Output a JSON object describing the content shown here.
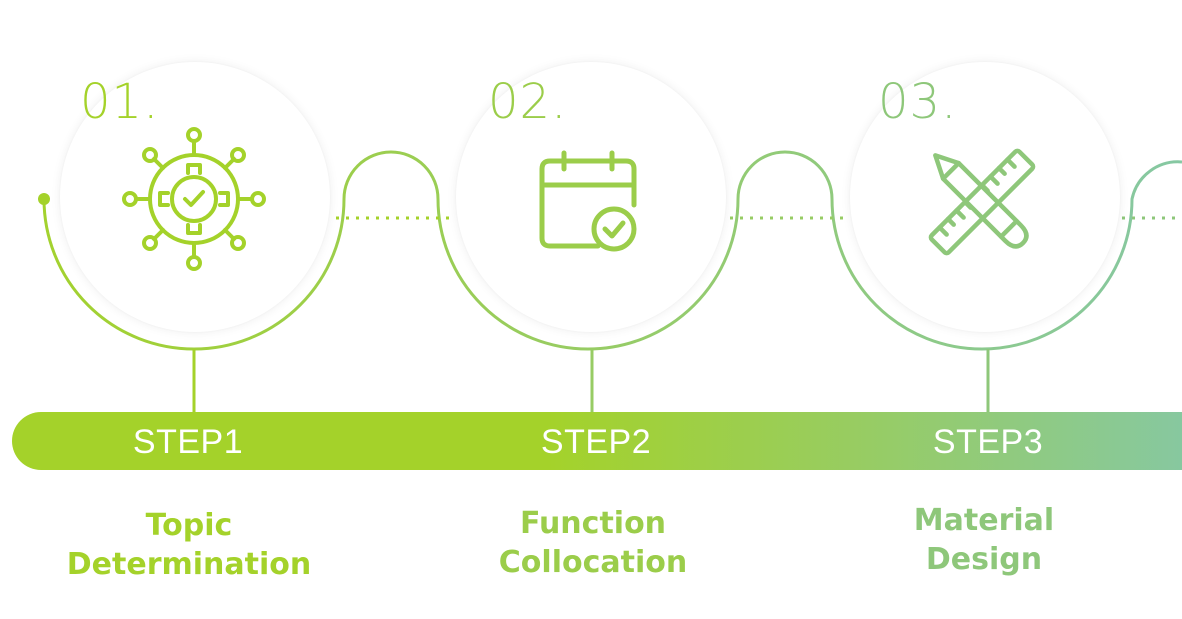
{
  "colors": {
    "step1": "#a4d22a",
    "step2": "#97cc64",
    "step3": "#86c8a3",
    "title1": "#a4d22a",
    "title2": "#9bcd4a",
    "title3": "#8ec77a"
  },
  "steps": [
    {
      "number": "01.",
      "bar_label": "STEP1",
      "title_line1": "Topic",
      "title_line2": "Determination",
      "icon": "gear-network-icon"
    },
    {
      "number": "02.",
      "bar_label": "STEP2",
      "title_line1": "Function",
      "title_line2": "Collocation",
      "icon": "calendar-check-icon"
    },
    {
      "number": "03.",
      "bar_label": "STEP3",
      "title_line1": "Material",
      "title_line2": "Design",
      "icon": "pencil-ruler-icon"
    }
  ]
}
